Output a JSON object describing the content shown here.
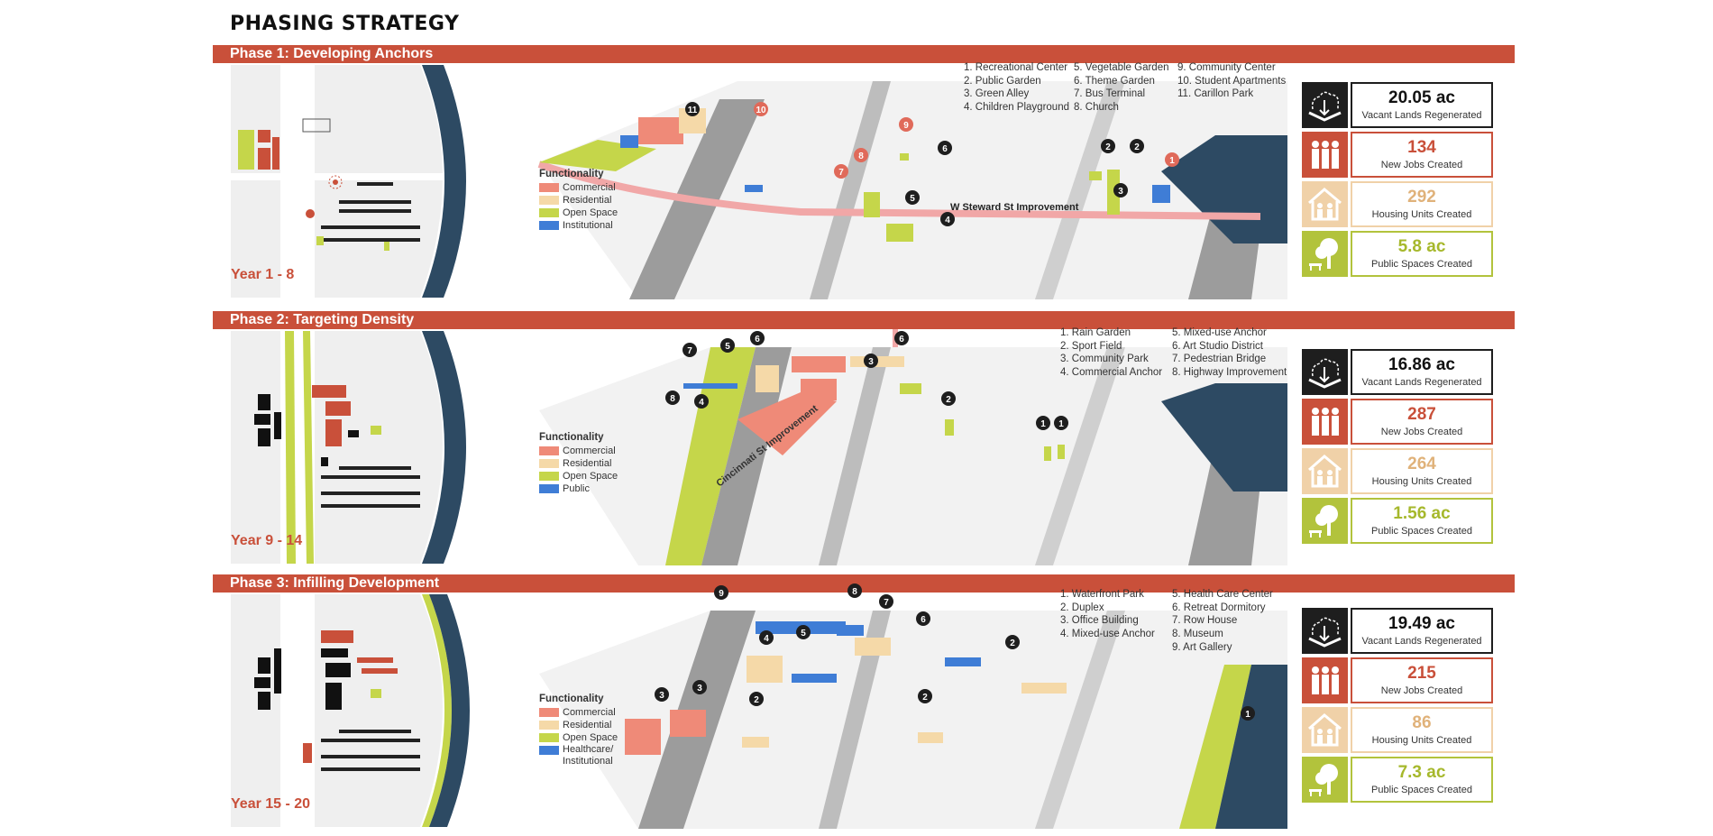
{
  "title": "PHASING STRATEGY",
  "colors": {
    "accent": "#c9503a",
    "commercial": "#ef8a78",
    "residential": "#f5d9a8",
    "open_space": "#c5d64a",
    "institutional": "#3f7dd6",
    "river": "#2d4a63"
  },
  "phases": [
    {
      "banner": "Phase 1: Developing Anchors",
      "years": "Year 1 - 8",
      "road_label": "W Steward St Improvement",
      "legend": {
        "title": "Functionality",
        "items": [
          "Commercial",
          "Residential",
          "Open Space",
          "Institutional"
        ]
      },
      "list_col1": [
        "1. Recreational Center",
        "2. Public Garden",
        "3. Green Alley",
        "4. Children Playground"
      ],
      "list_col2": [
        "5. Vegetable Garden",
        "6. Theme Garden",
        "7. Bus Terminal",
        "8. Church"
      ],
      "list_col3": [
        "9. Community Center",
        "10. Student Apartments",
        "11. Carillon Park"
      ],
      "markers": [
        "11",
        "10",
        "9",
        "8",
        "7",
        "6",
        "5",
        "4",
        "3",
        "2",
        "2",
        "1"
      ],
      "stats": [
        {
          "value": "20.05 ac",
          "label": "Vacant Lands Regenerated"
        },
        {
          "value": "134",
          "label": "New Jobs Created"
        },
        {
          "value": "292",
          "label": "Housing Units Created"
        },
        {
          "value": "5.8 ac",
          "label": "Public Spaces Created"
        }
      ]
    },
    {
      "banner": "Phase 2: Targeting Density",
      "years": "Year 9 - 14",
      "road_label": "Cincinnati St Improvement",
      "legend": {
        "title": "Functionality",
        "items": [
          "Commercial",
          "Residential",
          "Open Space",
          "Public"
        ]
      },
      "list_col1": [
        "1. Rain Garden",
        "2. Sport Field",
        "3. Community Park",
        "4. Commercial Anchor"
      ],
      "list_col2": [
        "5. Mixed-use Anchor",
        "6. Art Studio District",
        "7. Pedestrian Bridge",
        "8. Highway Improvement"
      ],
      "list_col3": [],
      "markers": [
        "7",
        "6",
        "6",
        "5",
        "3",
        "8",
        "4",
        "2",
        "1",
        "1"
      ],
      "stats": [
        {
          "value": "16.86 ac",
          "label": "Vacant Lands Regenerated"
        },
        {
          "value": "287",
          "label": "New Jobs Created"
        },
        {
          "value": "264",
          "label": "Housing Units Created"
        },
        {
          "value": "1.56 ac",
          "label": "Public Spaces Created"
        }
      ]
    },
    {
      "banner": "Phase 3: Infilling Development",
      "years": "Year 15 - 20",
      "road_label": "",
      "legend": {
        "title": "Functionality",
        "items": [
          "Commercial",
          "Residential",
          "Open Space",
          "Healthcare/ Institutional"
        ]
      },
      "list_col1": [
        "1. Waterfront Park",
        "2. Duplex",
        "3. Office Building",
        "4. Mixed-use Anchor"
      ],
      "list_col2": [
        "5. Health Care Center",
        "6. Retreat Dormitory",
        "7. Row House",
        "8. Museum",
        "9. Art Gallery"
      ],
      "list_col3": [],
      "markers": [
        "9",
        "8",
        "7",
        "4",
        "5",
        "6",
        "2",
        "3",
        "3",
        "2",
        "2",
        "1"
      ],
      "stats": [
        {
          "value": "19.49 ac",
          "label": "Vacant Lands Regenerated"
        },
        {
          "value": "215",
          "label": "New Jobs Created"
        },
        {
          "value": "86",
          "label": "Housing Units Created"
        },
        {
          "value": "7.3 ac",
          "label": "Public Spaces Created"
        }
      ]
    }
  ]
}
